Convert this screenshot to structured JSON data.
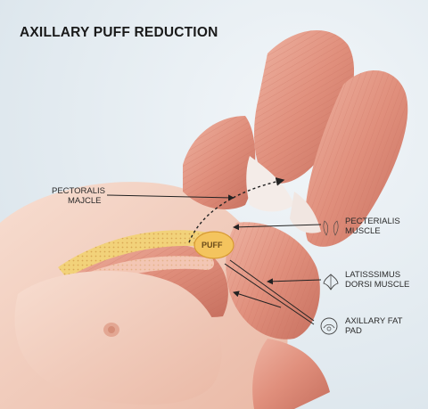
{
  "title": "AXILLARY PUFF REDUCTION",
  "puff_label": "PUFF",
  "labels": {
    "pectoralis_left": {
      "line1": "PECTORALIS",
      "line2": "MAJCLE"
    },
    "pectoralis_right": {
      "line1": "PECTERIALIS",
      "line2": "MUSCLE",
      "icon": "muscle-icon"
    },
    "latissimus": {
      "line1": "LATISSSIMUS",
      "line2": "DORSI MUSCLE",
      "icon": "back-muscle-icon"
    },
    "fat_pad": {
      "line1": "AXILLARY FAT",
      "line2": "PAD",
      "icon": "fat-pad-icon"
    }
  },
  "colors": {
    "muscle": "#e39a88",
    "muscle_dark": "#c96d5e",
    "skin": "#f3cdbd",
    "fat": "#f2d27a",
    "tendon": "#f4ece8",
    "background": "#e4ecf1"
  }
}
